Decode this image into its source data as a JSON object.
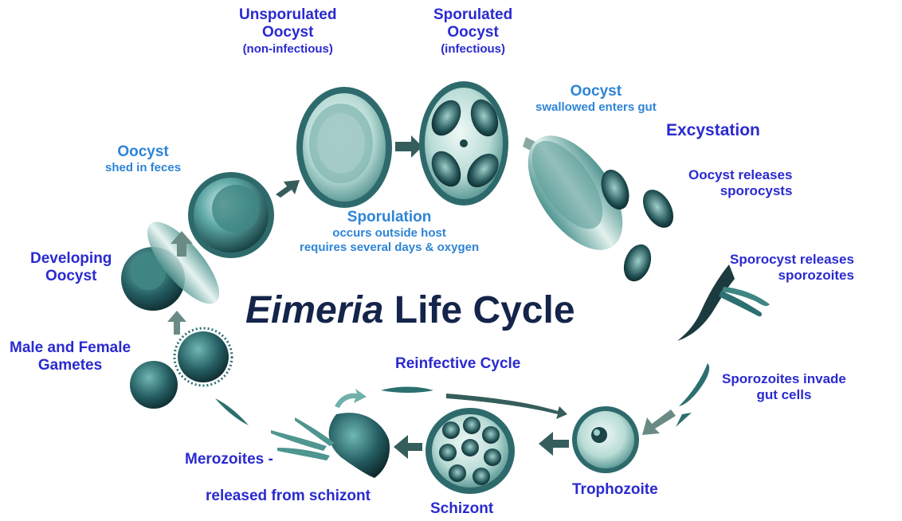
{
  "title": {
    "italic": "Eimeria",
    "rest": " Life Cycle"
  },
  "stages": {
    "unsporulated": {
      "line1": "Unsporulated",
      "line2": "Oocyst",
      "note": "(non-infectious)"
    },
    "sporulated": {
      "line1": "Sporulated",
      "line2": "Oocyst",
      "note": "(infectious)"
    },
    "swallowed": {
      "line1": "Oocyst",
      "note": "swallowed enters gut"
    },
    "excystation": {
      "label": "Excystation"
    },
    "releases_sporocysts": {
      "line1": "Oocyst releases",
      "line2": "sporocysts"
    },
    "releases_sporozoites": {
      "line1": "Sporocyst releases",
      "line2": "sporozoites"
    },
    "invade": {
      "line1": "Sporozoites invade",
      "line2": "gut cells"
    },
    "trophozoite": {
      "label": "Trophozoite"
    },
    "schizont": {
      "label": "Schizont"
    },
    "merozoites": {
      "line1": "Merozoites -",
      "line2": "released from schizont"
    },
    "reinfective": {
      "label": "Reinfective Cycle"
    },
    "gametes": {
      "line1": "Male and Female",
      "line2": "Gametes"
    },
    "developing": {
      "line1": "Developing",
      "line2": "Oocyst"
    },
    "shed": {
      "line1": "Oocyst",
      "line2": "shed in feces"
    },
    "sporulation": {
      "line1": "Sporulation",
      "line2": "occurs outside host",
      "line3": "requires several days & oxygen"
    }
  },
  "colors": {
    "dark_label": "#2a2ad0",
    "light_label": "#2e84d6",
    "title": "#14244a",
    "organism": "#2c6f70"
  }
}
